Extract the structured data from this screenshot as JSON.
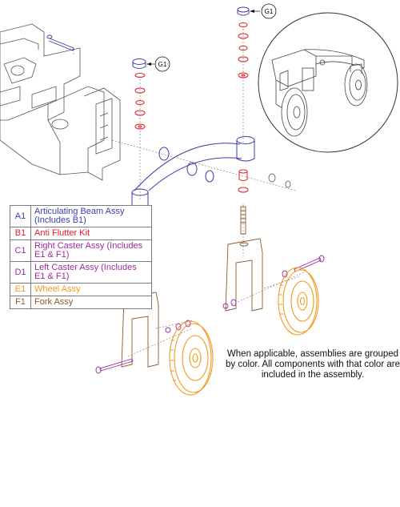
{
  "colors": {
    "beam": "#3a3fa8",
    "anti_flutter": "#e8192c",
    "caster": "#9b2b9e",
    "wheel": "#f39a1e",
    "fork": "#8a5a2a",
    "frame": "#555555",
    "washer": "#e8192c"
  },
  "callouts": {
    "g1_top": "G1",
    "g1_left": "G1"
  },
  "legend": [
    {
      "code": "A1",
      "desc": "Articulating Beam Assy (Includes B1)",
      "color": "#3a3fa8"
    },
    {
      "code": "B1",
      "desc": "Anti Flutter Kit",
      "color": "#e8192c"
    },
    {
      "code": "C1",
      "desc": "Right Caster Assy (Includes E1 & F1)",
      "color": "#9b2b9e"
    },
    {
      "code": "D1",
      "desc": "Left Caster Assy (Includes E1 & F1)",
      "color": "#9b2b9e"
    },
    {
      "code": "E1",
      "desc": "Wheel Assy",
      "color": "#f39a1e"
    },
    {
      "code": "F1",
      "desc": "Fork Assy",
      "color": "#8a5a2a"
    }
  ],
  "note": "When applicable, assemblies are grouped by color. All components with that color are included in the assembly."
}
